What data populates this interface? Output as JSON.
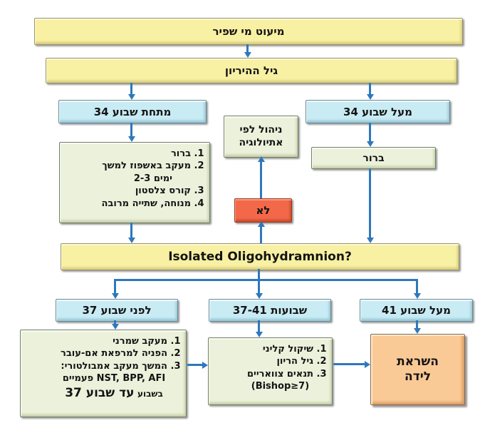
{
  "colors": {
    "arrow_blue": "#2E78BC",
    "banner_yellow": "#F8F0A3",
    "branch_blue": "#C9EBF4",
    "note_green": "#ECF1DB",
    "no_red": "#F4684A",
    "induction_orange": "#FACA96",
    "text": "#141414"
  },
  "nodes": {
    "title": "מיעוט מי שפיר",
    "gest_age": "גיל ההיריון",
    "under34": "מתחת שבוע 34",
    "over34": "מעל שבוע 34",
    "etiology_l1": "ניהול לפי",
    "etiology_l2": "אתיולוגיה",
    "no_label": "לא",
    "clear_right": "ברור",
    "isolated": "Isolated Oligohydramnion?",
    "before37": "לפני שבוע 37",
    "weeks3741": "שבועות 37-41",
    "over41": "מעל שבוע 41",
    "induction_l1": "השראת",
    "induction_l2": "לידה",
    "under34_list": {
      "i1": "ברור",
      "i2a": "מעקב באשפוז למשך",
      "i2b": "2-3 ימים",
      "i3": "קורס צלסטון",
      "i4": "מנוחה, שתייה מרובה"
    },
    "before37_list": {
      "i1": "מעקב שמרני",
      "i2": "הפניה למרפאת אם-עובר",
      "i3a": "המשך מעקב אמבולטורי:",
      "i3b": "NST, BPP, AFI פעמיים",
      "i3c_small": "בשבוע",
      "i3c_big": "עד שבוע 37"
    },
    "weeks3741_list": {
      "i1": "שיקול קליני",
      "i2": "גיל הריון",
      "i3a": "תנאים צוואריים",
      "i3b": "(Bishop≥7)"
    }
  }
}
